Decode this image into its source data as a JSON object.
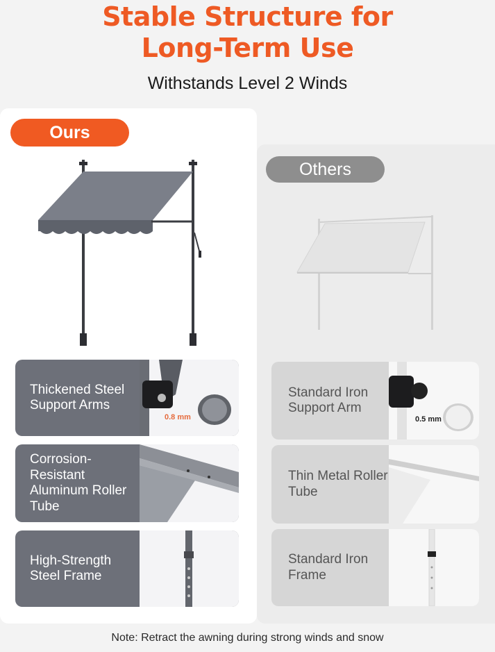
{
  "header": {
    "title_line1": "Stable Structure for",
    "title_line2": "Long-Term Use",
    "subtitle": "Withstands Level 2 Winds"
  },
  "ours": {
    "label": "Ours",
    "features": [
      {
        "text": "Thickened Steel Support Arms",
        "measure": "0.8 mm"
      },
      {
        "text": "Corrosion-Resistant Aluminum Roller Tube"
      },
      {
        "text": "High-Strength Steel Frame"
      }
    ]
  },
  "others": {
    "label": "Others",
    "features": [
      {
        "text": "Standard Iron Support Arm",
        "measure": "0.5 mm"
      },
      {
        "text": "Thin Metal Roller Tube"
      },
      {
        "text": "Standard Iron Frame"
      }
    ]
  },
  "note": "Note: Retract the awning during strong winds and snow",
  "colors": {
    "accent": "#f05a22",
    "ours_card": "#6d7079",
    "others_pill": "#8e8e8e",
    "others_card": "#d6d6d6"
  }
}
